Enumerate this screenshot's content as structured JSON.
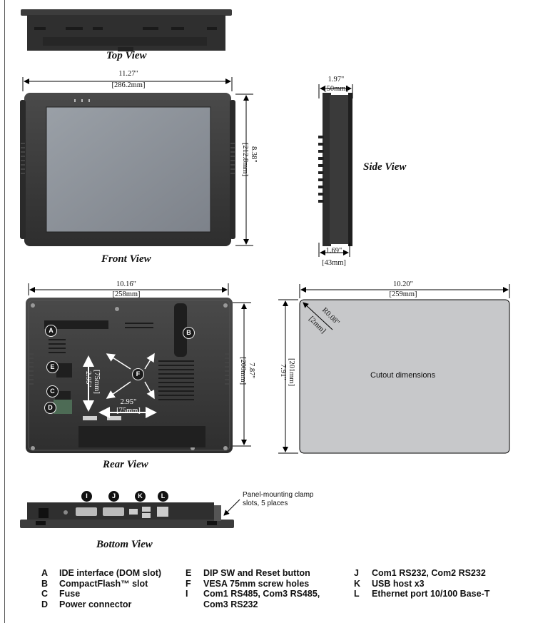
{
  "captions": {
    "top": "Top View",
    "side": "Side View",
    "front": "Front View",
    "rear": "Rear View",
    "bottom": "Bottom View"
  },
  "dimensions": {
    "front_width_in": "11.27\"",
    "front_width_mm": "[286.2mm]",
    "front_height_in": "8.38\"",
    "front_height_mm": "[212.8mm]",
    "side_depth_top_in": "1.97\"",
    "side_depth_top_mm": "[50mm]",
    "side_depth_bottom_in": "1.69\"",
    "side_depth_bottom_mm": "[43mm]",
    "rear_width_in": "10.16\"",
    "rear_width_mm": "[258mm]",
    "rear_height_in": "7.87\"",
    "rear_height_mm": "[200mm]",
    "vesa_v_in": "2.95\"",
    "vesa_v_mm": "[75mm]",
    "vesa_h_in": "2.95\"",
    "vesa_h_mm": "[75mm]",
    "cutout_width_in": "10.20\"",
    "cutout_width_mm": "[259mm]",
    "cutout_height_in": "7.91\"",
    "cutout_height_mm": "[201mm]",
    "cutout_radius_in": "R0.08\"",
    "cutout_radius_mm": "[2mm]"
  },
  "cutout_label": "Cutout dimensions",
  "panel_note": "Panel-mounting clamp slots, 5 places",
  "rear_callouts": [
    "A",
    "B",
    "E",
    "F",
    "C",
    "D"
  ],
  "bottom_callouts": [
    "I",
    "J",
    "K",
    "L"
  ],
  "legend": [
    [
      {
        "key": "A",
        "text": "IDE interface (DOM slot)"
      },
      {
        "key": "B",
        "text": "CompactFlash™ slot"
      },
      {
        "key": "C",
        "text": "Fuse"
      },
      {
        "key": "D",
        "text": "Power connector"
      }
    ],
    [
      {
        "key": "E",
        "text": "DIP SW and Reset button"
      },
      {
        "key": "F",
        "text": "VESA 75mm screw holes"
      },
      {
        "key": "I",
        "text": "Com1 RS485, Com3 RS485,"
      },
      {
        "key": "",
        "text": "Com3 RS232"
      }
    ],
    [
      {
        "key": "J",
        "text": "Com1 RS232, Com2 RS232"
      },
      {
        "key": "K",
        "text": "USB host x3"
      },
      {
        "key": "L",
        "text": "Ethernet port 10/100 Base-T"
      }
    ]
  ],
  "colors": {
    "bezel": "#3a3a3a",
    "screen": "#8a8f96",
    "cutout_fill": "#c7c8ca"
  }
}
